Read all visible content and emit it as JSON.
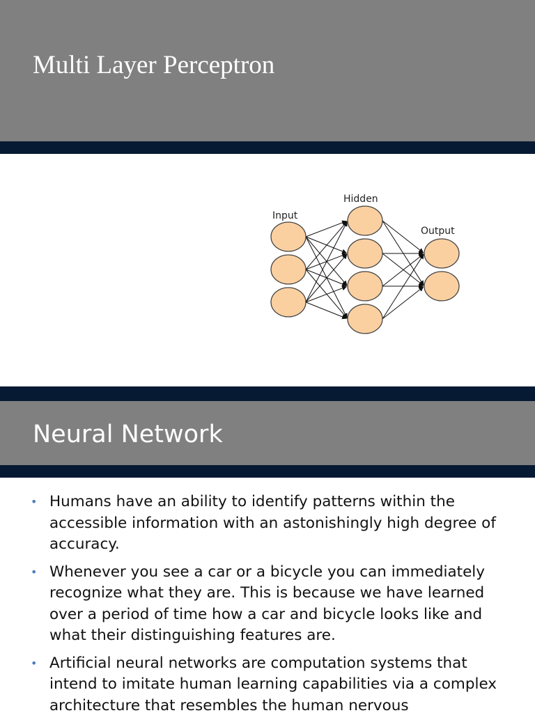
{
  "slide1": {
    "title": "Multi Layer Perceptron",
    "diagram": {
      "input_label": "Input",
      "hidden_label": "Hidden",
      "output_label": "Output",
      "node_fill": "#fbd0a1",
      "node_stroke": "#444444",
      "input_nodes": 3,
      "hidden_nodes": 4,
      "output_nodes": 2
    }
  },
  "slide2": {
    "title": "Neural Network",
    "bullets": [
      "Humans have an ability to identify patterns within the accessible information with an astonishingly high degree of accuracy.",
      "Whenever you see a car or a bicycle you can immediately recognize what they are. This is because we have learned over a period of time how a car and bicycle looks like and what their distinguishing features are.",
      "Artificial neural networks are computation systems that intend to imitate human learning capabilities via a complex architecture that resembles the human nervous"
    ]
  },
  "colors": {
    "header_gray": "#808080",
    "navy_band": "#061a33",
    "bullet_blue": "#4a7ebb"
  }
}
